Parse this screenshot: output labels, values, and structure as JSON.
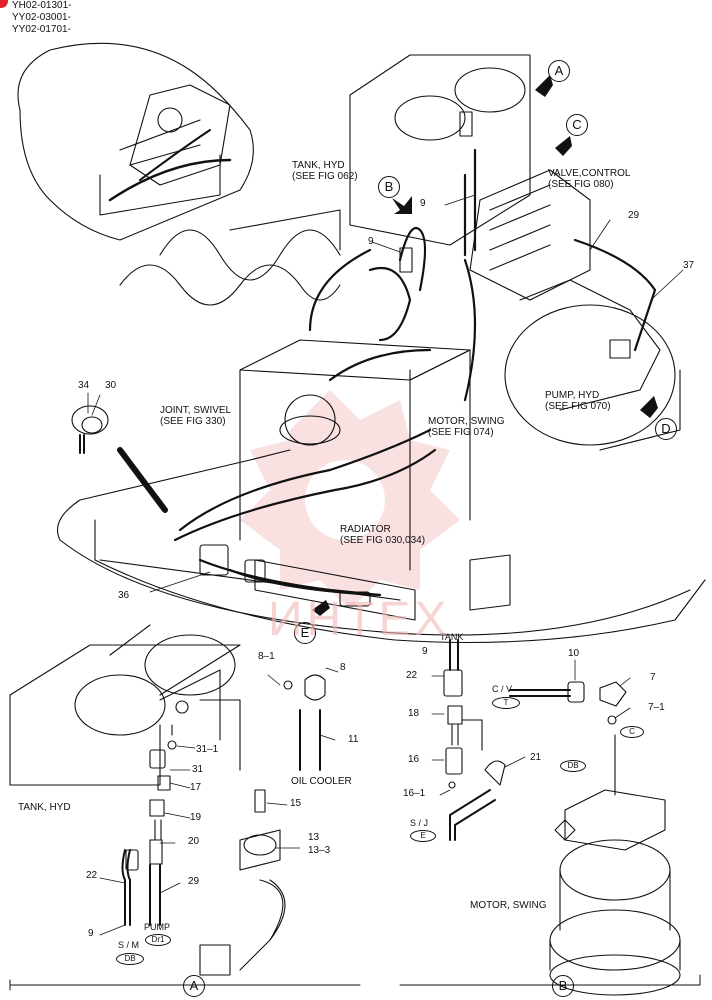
{
  "header": {
    "serials": [
      "YH02-01301-",
      "YY02-03001-",
      "YY02-01701-"
    ]
  },
  "callouts": {
    "tank_hyd_ref": "TANK, HYD\n(SEE FIG 062)",
    "valve_control_ref": "VALVE,CONTROL\n(SEE FIG 080)",
    "joint_swivel_ref": "JOINT, SWIVEL\n(SEE FIG 330)",
    "motor_swing_ref": "MOTOR, SWING\n(SEE FIG 074)",
    "pump_hyd_ref": "PUMP, HYD\n(SEE FIG 070)",
    "radiator_ref": "RADIATOR\n(SEE FIG 030,034)",
    "tank_hyd_detail": "TANK, HYD",
    "motor_swing_detail": "MOTOR, SWING",
    "oil_cooler": "OIL COOLER",
    "tank_small": "TANK",
    "cv": "C / V",
    "sj": "S / J",
    "sm": "S / M",
    "pump": "PUMP"
  },
  "view_letters": {
    "a": "A",
    "b": "B",
    "c": "C",
    "d": "D",
    "e": "E",
    "detail_a": "A",
    "detail_b": "B"
  },
  "port_tags": {
    "t": "T",
    "c": "C",
    "db_b": "DB",
    "e": "E",
    "db_a": "DB",
    "dr1": "Dr1"
  },
  "part_numbers": {
    "p9_top": "9",
    "p9_tank": "9",
    "p29": "29",
    "p37": "37",
    "p34": "34",
    "p30": "30",
    "p36": "36",
    "p8_1": "8–1",
    "p8": "8",
    "p11": "11",
    "p31_1": "31–1",
    "p31": "31",
    "p17": "17",
    "p19": "19",
    "p15": "15",
    "p20": "20",
    "p13": "13",
    "p13_3": "13–3",
    "p22_a": "22",
    "p29_a": "29",
    "p9_a": "9",
    "p9_b": "9",
    "p22_b": "22",
    "p10": "10",
    "p7": "7",
    "p7_1": "7–1",
    "p18": "18",
    "p16": "16",
    "p21": "21",
    "p16_1": "16–1"
  },
  "watermark": "ИНТЕХ",
  "colors": {
    "line": "#111111",
    "watermark": "#f2b8b8",
    "badge": "#e0202a"
  }
}
